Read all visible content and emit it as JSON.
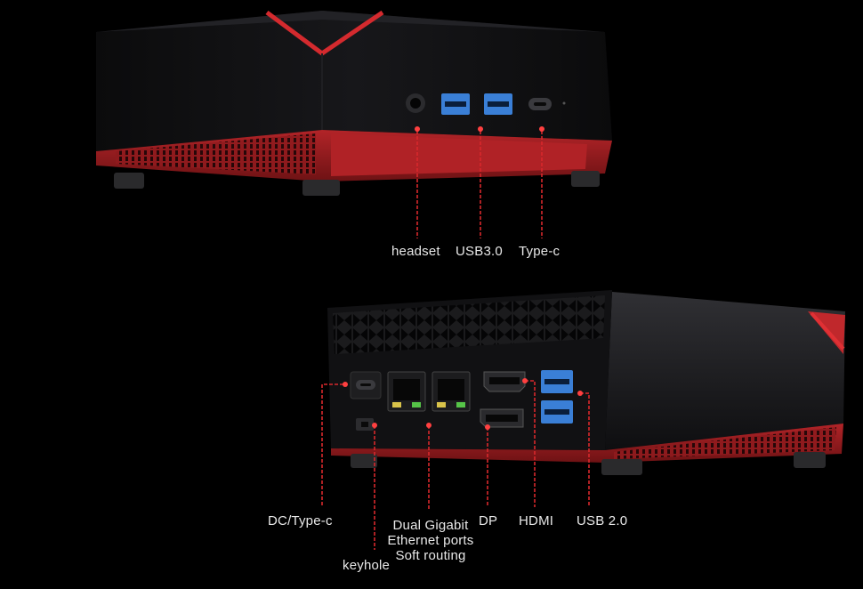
{
  "top_view": {
    "ports": [
      {
        "id": "headset",
        "label": "headset"
      },
      {
        "id": "usb30",
        "label": "USB3.0"
      },
      {
        "id": "typec",
        "label": "Type-c"
      }
    ]
  },
  "rear_view": {
    "ports": [
      {
        "id": "dc",
        "label": "DC/Type-c"
      },
      {
        "id": "keyhole",
        "label": "keyhole"
      },
      {
        "id": "ethernet",
        "label_lines": [
          "Dual Gigabit",
          "Ethernet ports",
          "Soft routing"
        ]
      },
      {
        "id": "dp",
        "label": "DP"
      },
      {
        "id": "hdmi",
        "label": "HDMI"
      },
      {
        "id": "usb20",
        "label": "USB 2.0"
      }
    ]
  },
  "colors": {
    "background": "#000000",
    "case_black": "#141416",
    "accent_red": "#c0282c",
    "usb_blue": "#3a7fd6",
    "leader_line": "#d8282c"
  }
}
